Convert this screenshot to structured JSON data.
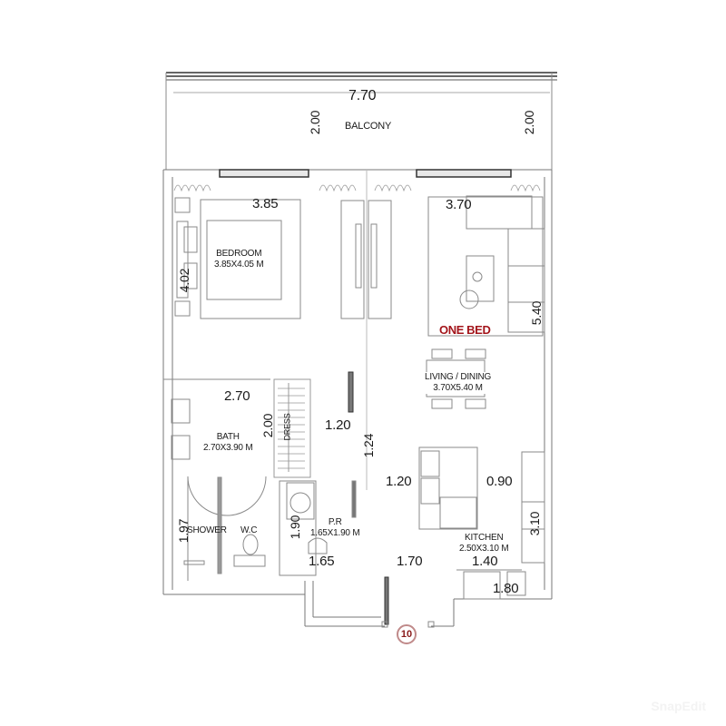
{
  "plan": {
    "unit_type": "ONE BED",
    "unit_number": "10",
    "accent_color": "#a3151b",
    "watermark": "SnapEdit"
  },
  "rooms": {
    "balcony": {
      "name": "BALCONY",
      "width": "7.70",
      "depth_left": "2.00",
      "depth_right": "2.00"
    },
    "bedroom": {
      "name": "BEDROOM",
      "size": "3.85X4.05 M",
      "width": "3.85",
      "depth": "4.02"
    },
    "living_dining": {
      "name": "LIVING / DINING",
      "size": "3.70X5.40 M",
      "width": "3.70",
      "depth": "5.40"
    },
    "bath": {
      "name": "BATH",
      "size": "2.70X3.90 M",
      "width": "2.70"
    },
    "dress": {
      "name": "DRESS",
      "depth": "2.00"
    },
    "corridor": {
      "width": "1.20",
      "depth": "1.24"
    },
    "shower": {
      "name": "SHOWER",
      "depth": "1.97"
    },
    "wc": {
      "name": "W.C"
    },
    "powder_room": {
      "name": "P.R",
      "size": "1.65X1.90 M",
      "width": "1.65",
      "depth": "1.90"
    },
    "kitchen": {
      "name": "KITCHEN",
      "size": "2.50X3.10 M",
      "width_left": "1.20",
      "width_right": "0.90",
      "depth": "3.10",
      "counter": "1.40",
      "store": "1.80"
    },
    "entrance": {
      "width": "1.70"
    }
  }
}
